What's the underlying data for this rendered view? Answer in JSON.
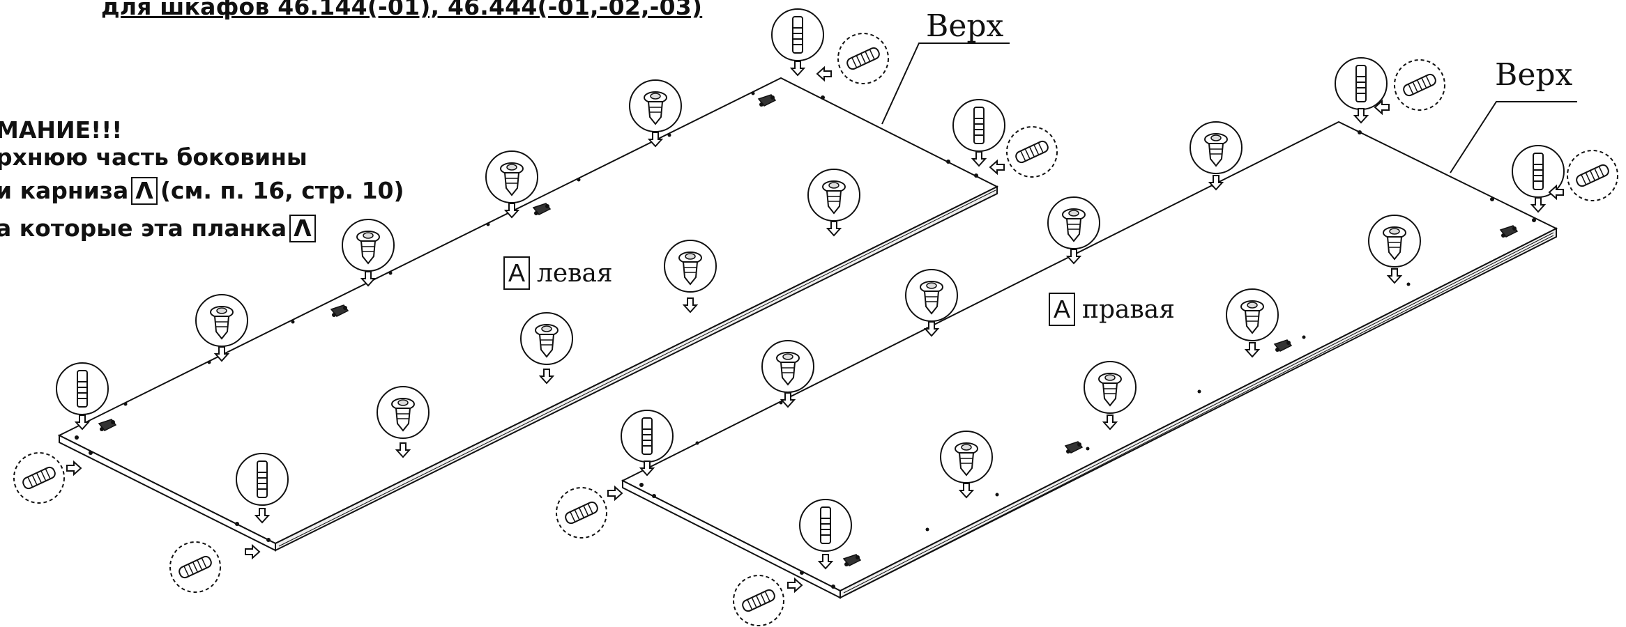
{
  "heading": "для шкафов 46.144(-01), 46.444(-01,-02,-03)",
  "notes": {
    "line1": "МАНИЕ!!!",
    "line2": "рхнюю часть боковины",
    "line3a": "и карниза",
    "line3b": "(см. п. 16, стр. 10)",
    "line4a": "а которые эта планка",
    "symbol": "Λ"
  },
  "top_label": "Верх",
  "panel_left": {
    "mark": "А",
    "name": "левая"
  },
  "panel_right": {
    "mark": "А",
    "name": "правая"
  },
  "colors": {
    "ink": "#111111",
    "fill": "#ffffff",
    "shade": "#dddddd"
  }
}
